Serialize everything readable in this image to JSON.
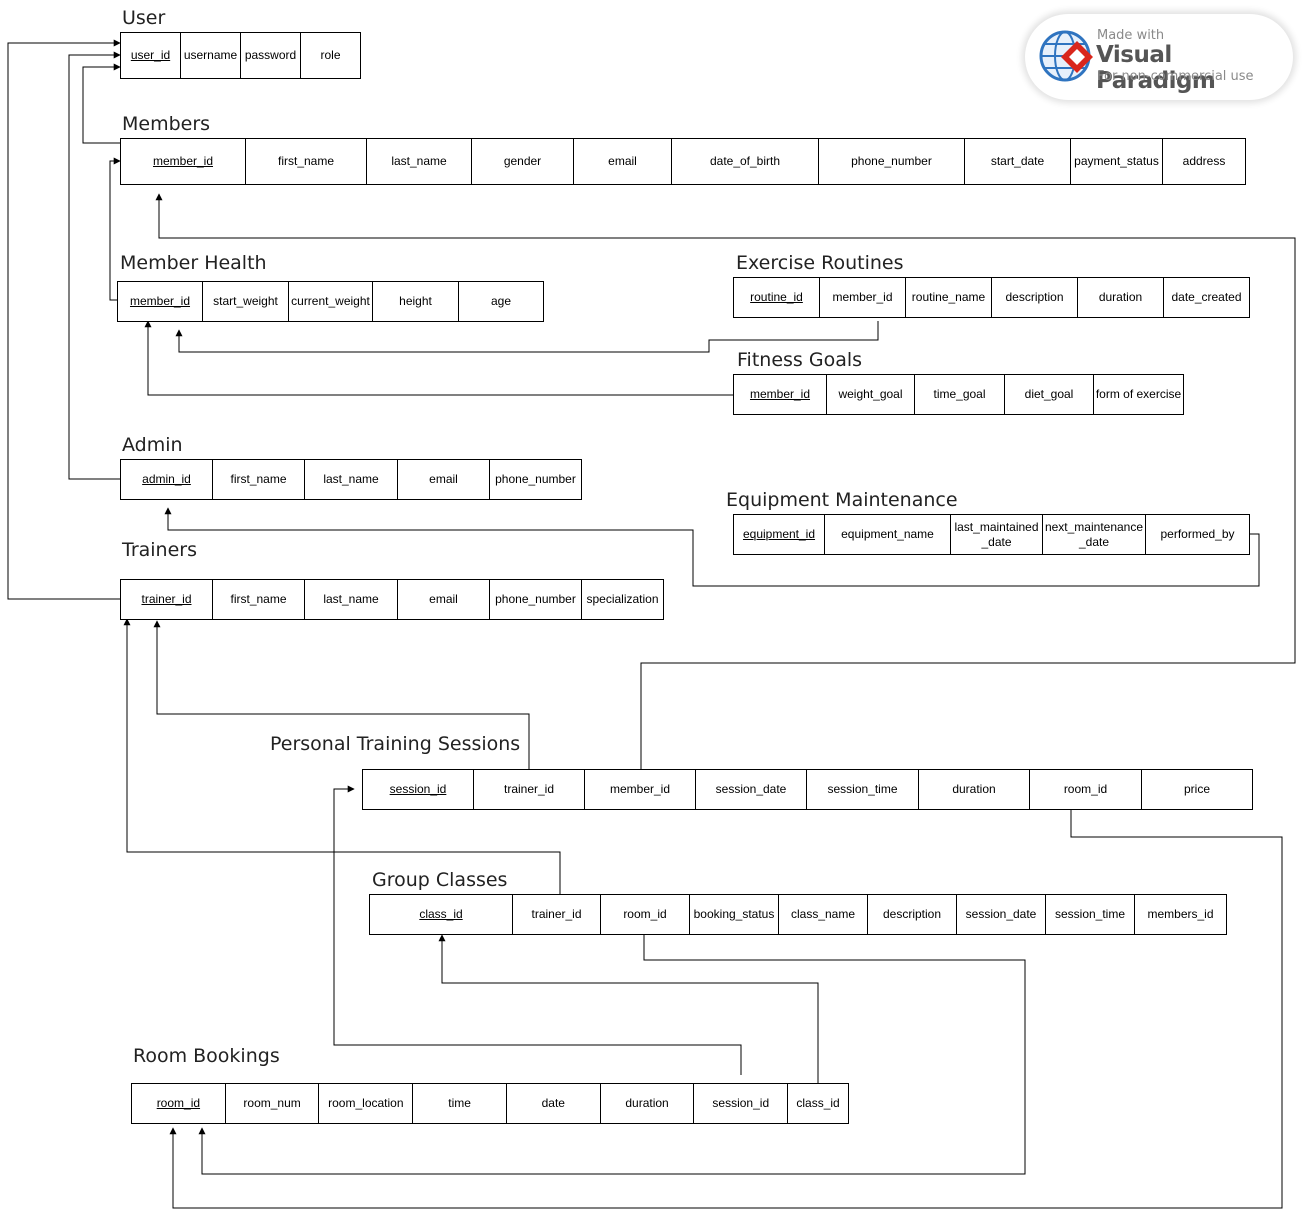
{
  "entities": {
    "user": {
      "title": "User",
      "columns": [
        "user_id",
        "username",
        "password",
        "role"
      ]
    },
    "members": {
      "title": "Members",
      "columns": [
        "member_id",
        "first_name",
        "last_name",
        "gender",
        "email",
        "date_of_birth",
        "phone_number",
        "start_date",
        "payment_status",
        "address"
      ]
    },
    "member_health": {
      "title": "Member Health",
      "columns": [
        "member_id",
        "start_weight",
        "current_weight",
        "height",
        "age"
      ]
    },
    "exercise_routines": {
      "title": "Exercise Routines",
      "columns": [
        "routine_id",
        "member_id",
        "routine_name",
        "description",
        "duration",
        "date_created"
      ]
    },
    "fitness_goals": {
      "title": "Fitness Goals",
      "columns": [
        "member_id",
        "weight_goal",
        "time_goal",
        "diet_goal",
        "form of exercise"
      ]
    },
    "admin": {
      "title": "Admin",
      "columns": [
        "admin_id",
        "first_name",
        "last_name",
        "email",
        "phone_number"
      ]
    },
    "equipment_maintenance": {
      "title": "Equipment Maintenance",
      "columns": [
        "equipment_id",
        "equipment_name",
        "last_maintained\n_date",
        "next_maintenance\n_date",
        "performed_by"
      ]
    },
    "trainers": {
      "title": "Trainers",
      "columns": [
        "trainer_id",
        "first_name",
        "last_name",
        "email",
        "phone_number",
        "specialization"
      ]
    },
    "personal_training_sessions": {
      "title": "Personal Training Sessions",
      "columns": [
        "session_id",
        "trainer_id",
        "member_id",
        "session_date",
        "session_time",
        "duration",
        "room_id",
        "price"
      ]
    },
    "group_classes": {
      "title": "Group Classes",
      "columns": [
        "class_id",
        "trainer_id",
        "room_id",
        "booking_status",
        "class_name",
        "description",
        "session_date",
        "session_time",
        "members_id"
      ]
    },
    "room_bookings": {
      "title": "Room Bookings",
      "columns": [
        "room_id",
        "room_num",
        "room_location",
        "time",
        "date",
        "duration",
        "session_id",
        "class_id"
      ]
    }
  },
  "watermark": {
    "line1": "Made with",
    "line2": "Visual Paradigm",
    "line3": "For non-commercial use"
  },
  "colors": {
    "line": "#000000",
    "watermark_red": "#d9261c",
    "watermark_blue": "#2f74c0"
  }
}
